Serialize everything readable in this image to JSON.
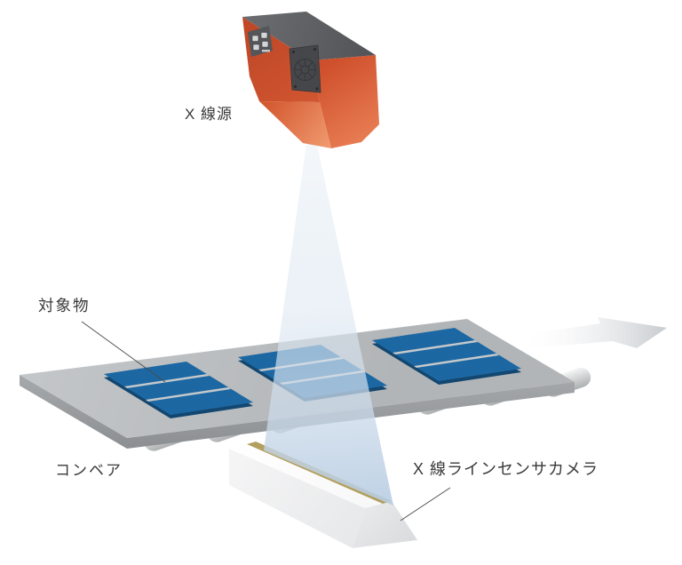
{
  "diagram": {
    "labels": {
      "xray_source": "X 線源",
      "target_object": "対象物",
      "conveyor": "コンベア",
      "xray_line_sensor_camera": "X 線ラインセンサカメラ"
    },
    "colors": {
      "source_body_left": "#C04827",
      "source_body_right": "#CE4F2B",
      "source_body_highlight": "#EC8459",
      "source_top": "#6B6D70",
      "grille_dark": "#46474B",
      "connector_panel": "#55565A",
      "beam_top": "#F3F7FA",
      "beam_mid": "#E0E9F2",
      "beam_bottom": "#B7CCE2",
      "conveyor_top": "#C4C7C9",
      "conveyor_front": "#A4A7A9",
      "roller_gray": "#ADB0B2",
      "panel_blue": "#1D69A5",
      "panel_edge_dark": "#134770",
      "panel_stripe": "#C6C9CB",
      "camera_white": "#F7F7F8",
      "camera_side": "#DADBDD",
      "sensor_stripe_gold": "#B2A05F",
      "arrow_gray": "#C9CDD1",
      "text_color": "#3A3A3A",
      "leader_line": "#4A4A4A"
    }
  }
}
